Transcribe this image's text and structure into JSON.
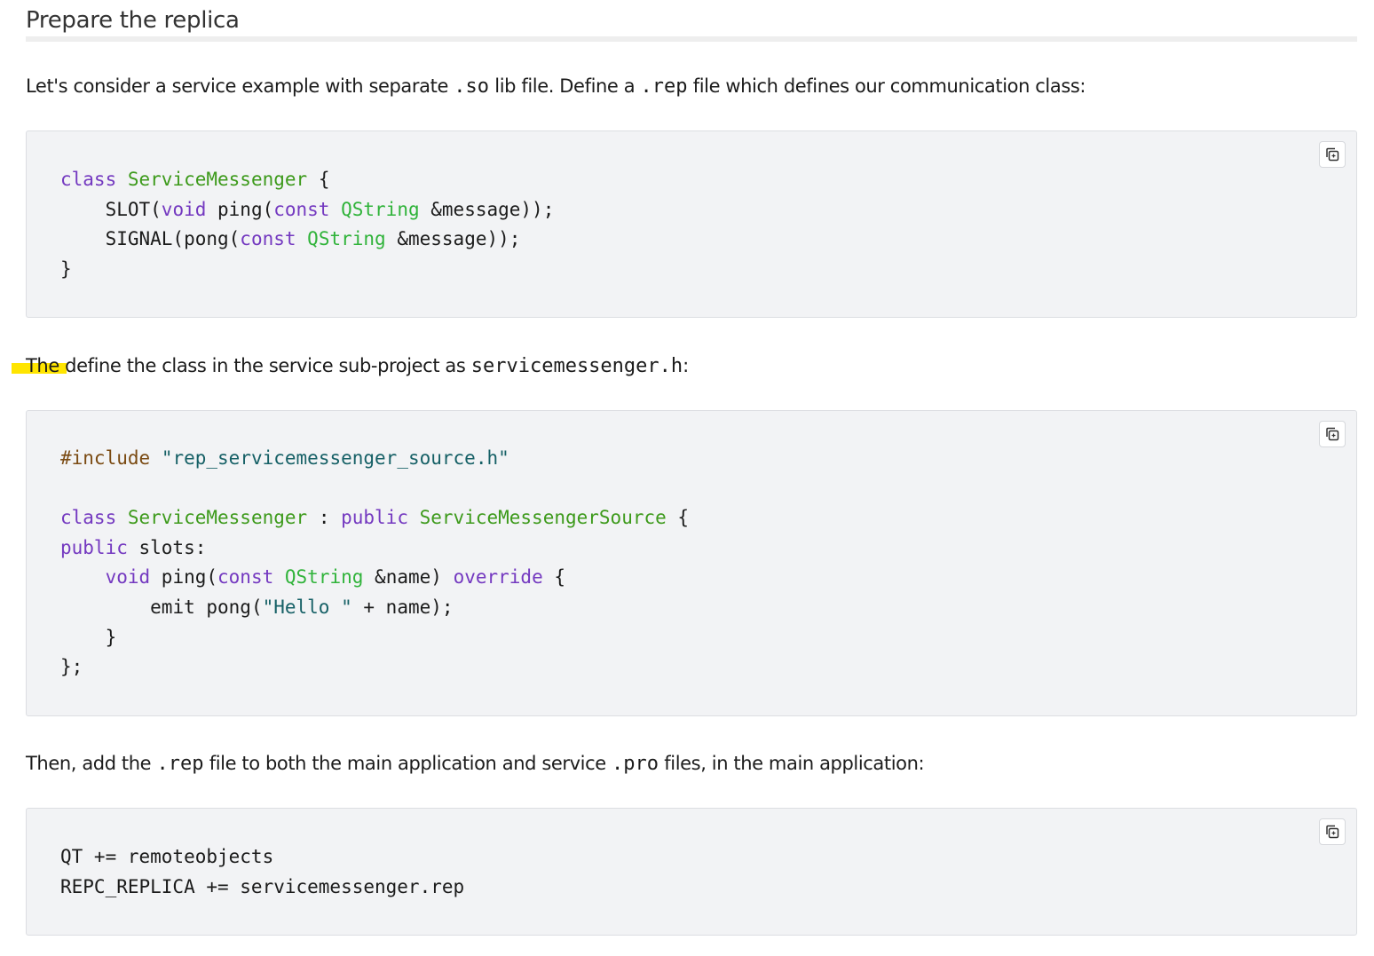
{
  "heading": "Prepare the replica",
  "para1": {
    "t1": "Let's consider a service example with separate ",
    "c1": ".so",
    "t2": " lib file. Define a ",
    "c2": ".rep",
    "t3": " file which defines our communication class:"
  },
  "code1": {
    "l1": {
      "kw": "class",
      "ty": "ServiceMessenger",
      "rest": " {"
    },
    "l2": {
      "indent": "    ",
      "a": "SLOT(",
      "kw1": "void",
      "b": " ping(",
      "kw2": "const",
      "sp": " ",
      "qt": "QString",
      "c": " &message));"
    },
    "l3": {
      "indent": "    ",
      "a": "SIGNAL(pong(",
      "kw1": "const",
      "sp": " ",
      "qt": "QString",
      "c": " &message));"
    },
    "l4": "}"
  },
  "para2": {
    "t1": "The define the class in the service sub-project as ",
    "c1": "servicemessenger.h",
    "t2": ":"
  },
  "code2": {
    "l1": {
      "pp": "#include",
      "sp": " ",
      "st": "\"rep_servicemessenger_source.h\""
    },
    "l3": {
      "kw1": "class",
      "sp1": " ",
      "ty1": "ServiceMessenger",
      "m": " : ",
      "kw2": "public",
      "sp2": " ",
      "ty2": "ServiceMessengerSource",
      "e": " {"
    },
    "l4": {
      "kw": "public",
      "rest": " slots:"
    },
    "l5": {
      "indent": "    ",
      "kw1": "void",
      "a": " ping(",
      "kw2": "const",
      "sp": " ",
      "qt": "QString",
      "b": " &name) ",
      "kw3": "override",
      "c": " {"
    },
    "l6": {
      "indent": "        ",
      "a": "emit pong(",
      "st": "\"Hello \"",
      "b": " + name);"
    },
    "l7": "    }",
    "l8": "};"
  },
  "para3": {
    "t1": "Then, add the ",
    "c1": ".rep",
    "t2": " file to both the main application and service ",
    "c2": ".pro",
    "t3": " files, in the main application:"
  },
  "code3": {
    "l1": "QT += remoteobjects",
    "l2": "REPC_REPLICA += servicemessenger.rep"
  },
  "icons": {
    "copy": "copy-icon"
  },
  "colors": {
    "keyword": "#7439c0",
    "type": "#3d9a1b",
    "qtype": "#30b33a",
    "preprocessor": "#7a4a12",
    "string": "#166066",
    "code_bg": "#f2f3f5",
    "highlight": "#ffe500"
  }
}
